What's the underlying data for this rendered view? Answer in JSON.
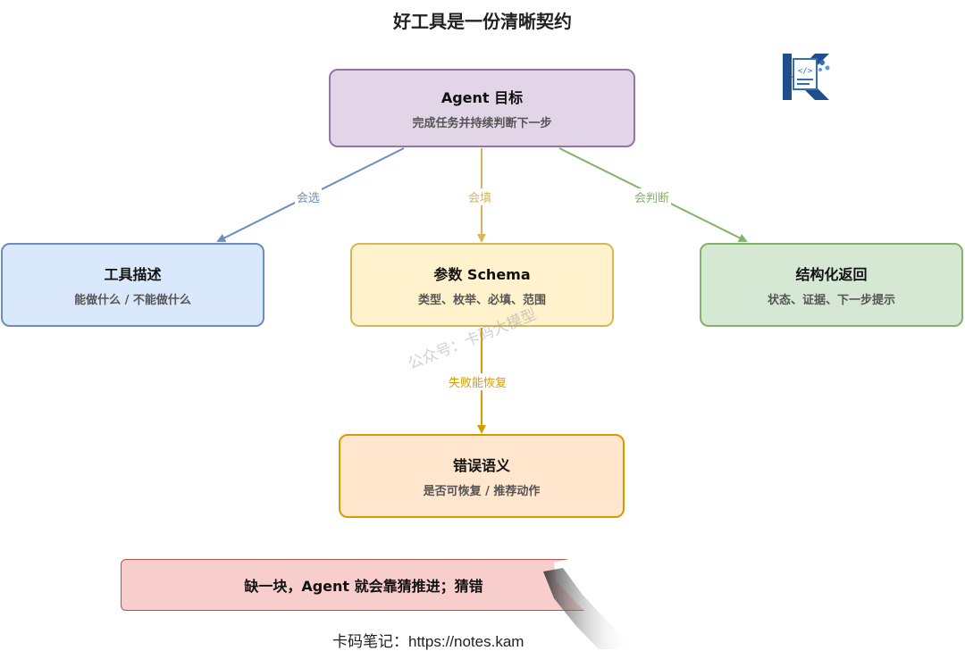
{
  "title": "好工具是一份清晰契约",
  "nodes": {
    "goal": {
      "title": "Agent 目标",
      "subtitle": "完成任务并持续判断下一步"
    },
    "tools": {
      "title": "工具描述",
      "subtitle": "能做什么 / 不能做什么"
    },
    "schema": {
      "title": "参数 Schema",
      "subtitle": "类型、枚举、必填、范围"
    },
    "ret": {
      "title": "结构化返回",
      "subtitle": "状态、证据、下一步提示"
    },
    "err": {
      "title": "错误语义",
      "subtitle": "是否可恢复 / 推荐动作"
    }
  },
  "edges": {
    "select": "会选",
    "fill": "会填",
    "judge": "会判断",
    "recover": "失败能恢复"
  },
  "banner": "缺一块，Agent 就会靠猜推进；猜错",
  "footer": "卡码笔记：https://notes.kam",
  "watermark": "公众号：卡码大模型",
  "colors": {
    "goal": "#9673a6",
    "tools": "#6c8ebf",
    "schema": "#d6b656",
    "ret": "#82b366",
    "err": "#d79b00",
    "banner": "#b85450"
  }
}
